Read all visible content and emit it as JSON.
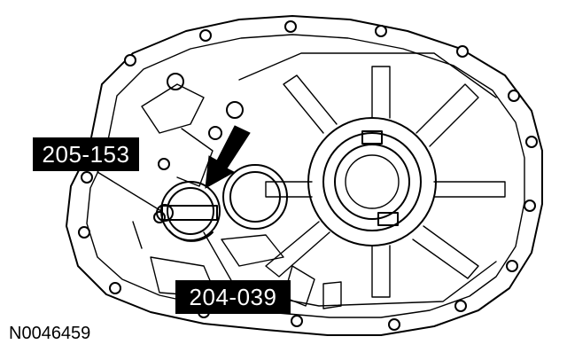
{
  "callouts": {
    "tool_upper": "205-153",
    "tool_lower": "204-039"
  },
  "figure_id": "N0046459",
  "colors": {
    "line": "#000000",
    "background": "#ffffff",
    "callout_fill": "#000000",
    "callout_text": "#ffffff"
  }
}
